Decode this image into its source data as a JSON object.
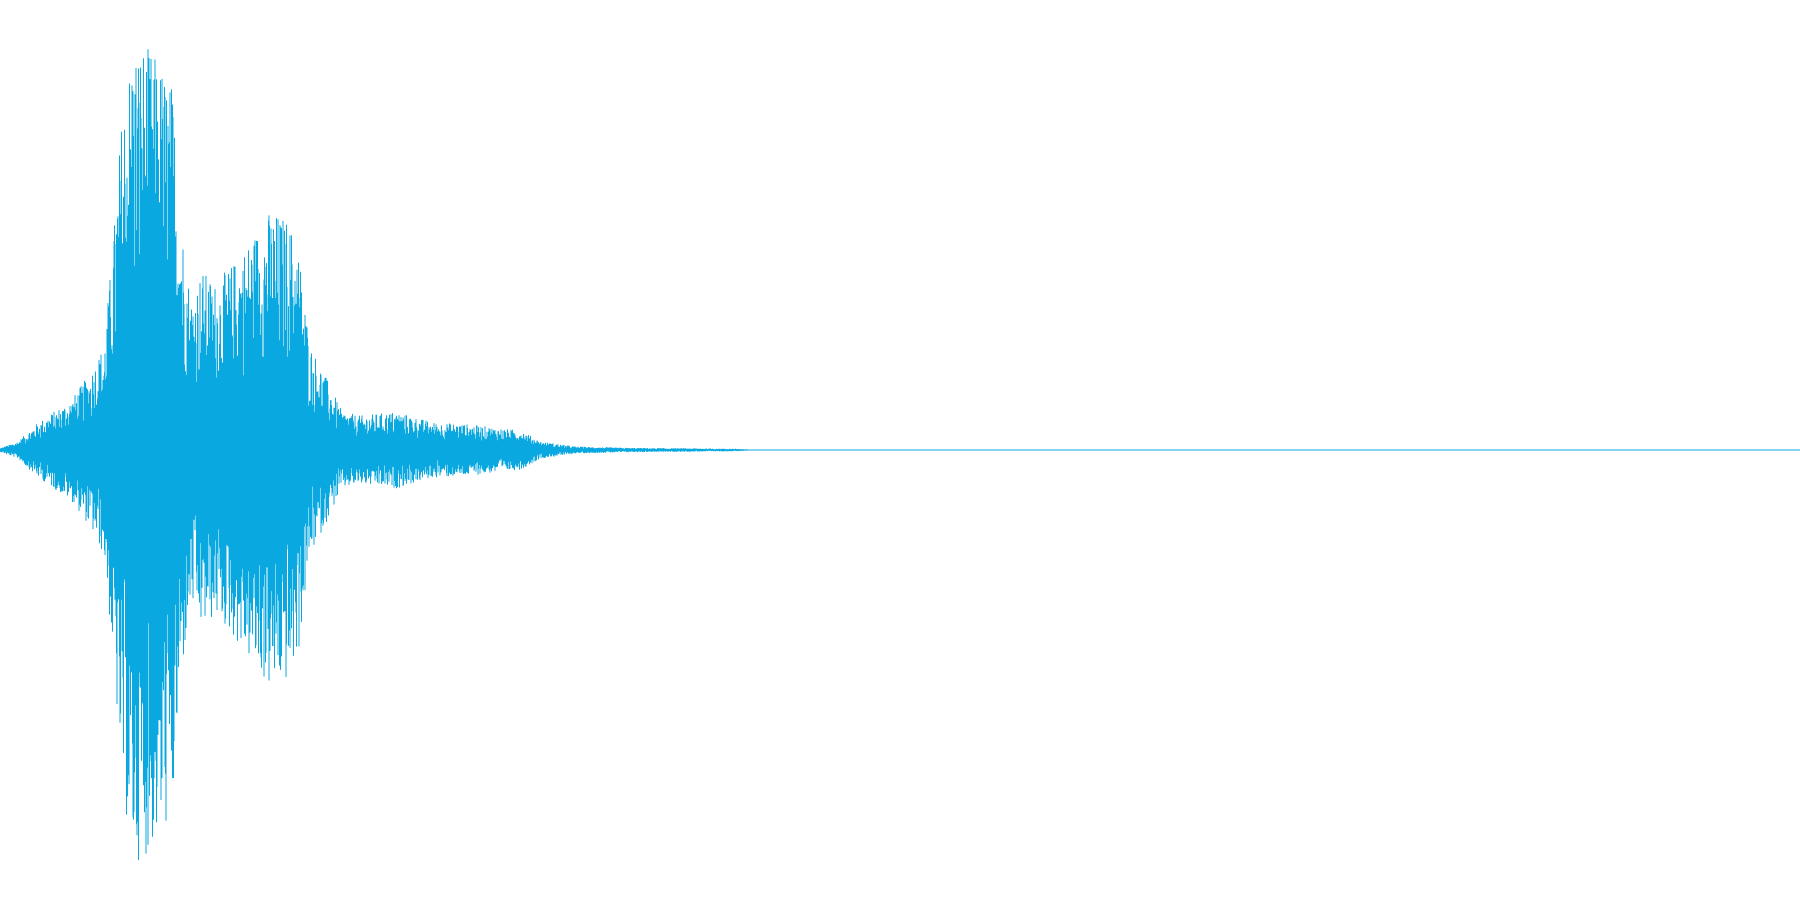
{
  "waveform": {
    "color": "#0aa8e0",
    "background": "#ffffff",
    "amplitude_envelope": [
      [
        0.0,
        0.004
      ],
      [
        0.01,
        0.02
      ],
      [
        0.02,
        0.06
      ],
      [
        0.03,
        0.09
      ],
      [
        0.04,
        0.12
      ],
      [
        0.05,
        0.18
      ],
      [
        0.058,
        0.25
      ],
      [
        0.063,
        0.5
      ],
      [
        0.068,
        0.8
      ],
      [
        0.074,
        0.96
      ],
      [
        0.08,
        0.95
      ],
      [
        0.09,
        0.9
      ],
      [
        0.096,
        0.85
      ],
      [
        0.1,
        0.56
      ],
      [
        0.106,
        0.36
      ],
      [
        0.112,
        0.42
      ],
      [
        0.12,
        0.39
      ],
      [
        0.13,
        0.44
      ],
      [
        0.14,
        0.5
      ],
      [
        0.15,
        0.56
      ],
      [
        0.16,
        0.54
      ],
      [
        0.166,
        0.47
      ],
      [
        0.172,
        0.25
      ],
      [
        0.18,
        0.18
      ],
      [
        0.19,
        0.09
      ],
      [
        0.2,
        0.08
      ],
      [
        0.22,
        0.09
      ],
      [
        0.24,
        0.065
      ],
      [
        0.26,
        0.06
      ],
      [
        0.28,
        0.05
      ],
      [
        0.29,
        0.045
      ],
      [
        0.3,
        0.02
      ],
      [
        0.32,
        0.008
      ],
      [
        0.35,
        0.005
      ],
      [
        0.38,
        0.004
      ],
      [
        0.41,
        0.003
      ],
      [
        0.42,
        0.0
      ],
      [
        1.0,
        0.0
      ]
    ]
  }
}
